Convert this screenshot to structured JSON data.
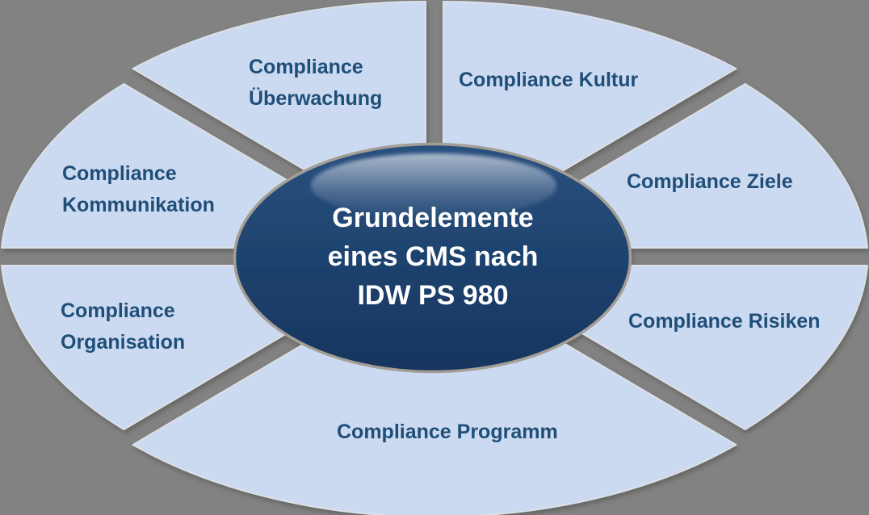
{
  "diagram": {
    "type": "segmented-wheel",
    "segment_count": 7
  },
  "center": {
    "lines": [
      "Grundelemente",
      "eines CMS nach",
      "IDW PS 980"
    ]
  },
  "segments": [
    {
      "id": "compliance-kultur",
      "lines": [
        "Compliance Kultur"
      ]
    },
    {
      "id": "compliance-ziele",
      "lines": [
        "Compliance Ziele"
      ]
    },
    {
      "id": "compliance-risiken",
      "lines": [
        "Compliance Risiken"
      ]
    },
    {
      "id": "compliance-programm",
      "lines": [
        "Compliance Programm"
      ]
    },
    {
      "id": "compliance-organisation",
      "lines": [
        "Compliance",
        "Organisation"
      ]
    },
    {
      "id": "compliance-kommunikation",
      "lines": [
        "Compliance",
        "Kommunikation"
      ]
    },
    {
      "id": "compliance-ueberwachung",
      "lines": [
        "Compliance",
        "Überwachung"
      ]
    }
  ],
  "colors": {
    "background": "#828282",
    "segment_fill": "#CBDAF0",
    "segment_border": "#DCE0E6",
    "hub_fill": "#1F4470",
    "hub_border": "#A39E95",
    "label_color": "#1F4E79",
    "center_text_color": "#FFFFFF"
  }
}
